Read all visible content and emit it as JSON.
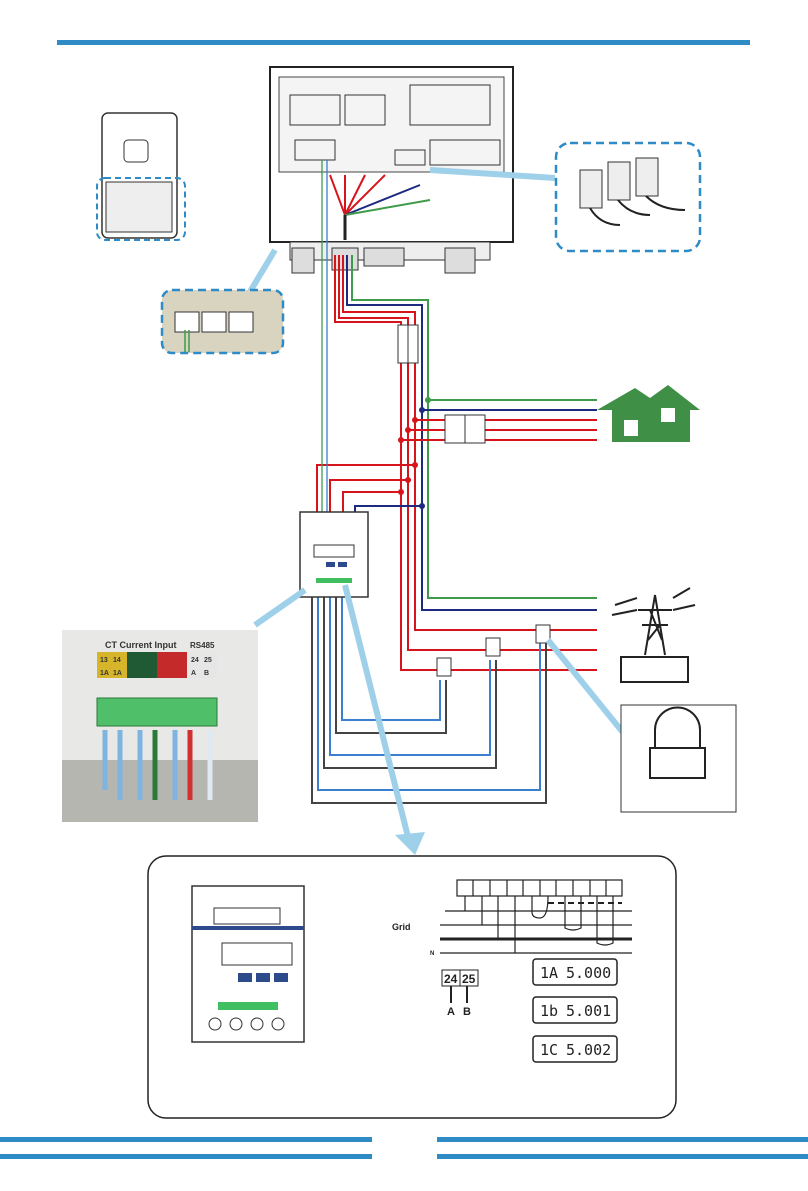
{
  "colors": {
    "header_bar": "#2e8bc6",
    "ground_wire": "#3f9b4a",
    "neutral_wire": "#1c2a80",
    "phase_wire": "#d7141c",
    "ct_wire_blue": "#3a7fd0",
    "house_icon": "#3f8f47",
    "callout_border": "#2e8bc6"
  },
  "icons": [
    "inverter-icon",
    "rj45-ports-icon",
    "breaker-modules-icon",
    "house-icon",
    "grid-tower-icon",
    "ct-clamp-icon",
    "energy-meter-icon"
  ],
  "photo": {
    "title": "CT Current Input",
    "rs485": "RS485",
    "terminals_top": [
      "13",
      "14",
      "",
      "",
      "",
      "",
      "24",
      "25"
    ],
    "terminals_bottom": [
      "1A",
      "1A",
      "",
      "",
      "",
      "",
      "A",
      "B"
    ]
  },
  "detail": {
    "grid_label": "Grid",
    "neutral_label": "N",
    "rs485_terminals": [
      "24",
      "25"
    ],
    "rs485_lines": [
      "A",
      "B"
    ],
    "displays": [
      {
        "phase": "1A",
        "value": "5.000"
      },
      {
        "phase": "1b",
        "value": "5.001"
      },
      {
        "phase": "1C",
        "value": "5.002"
      }
    ]
  }
}
